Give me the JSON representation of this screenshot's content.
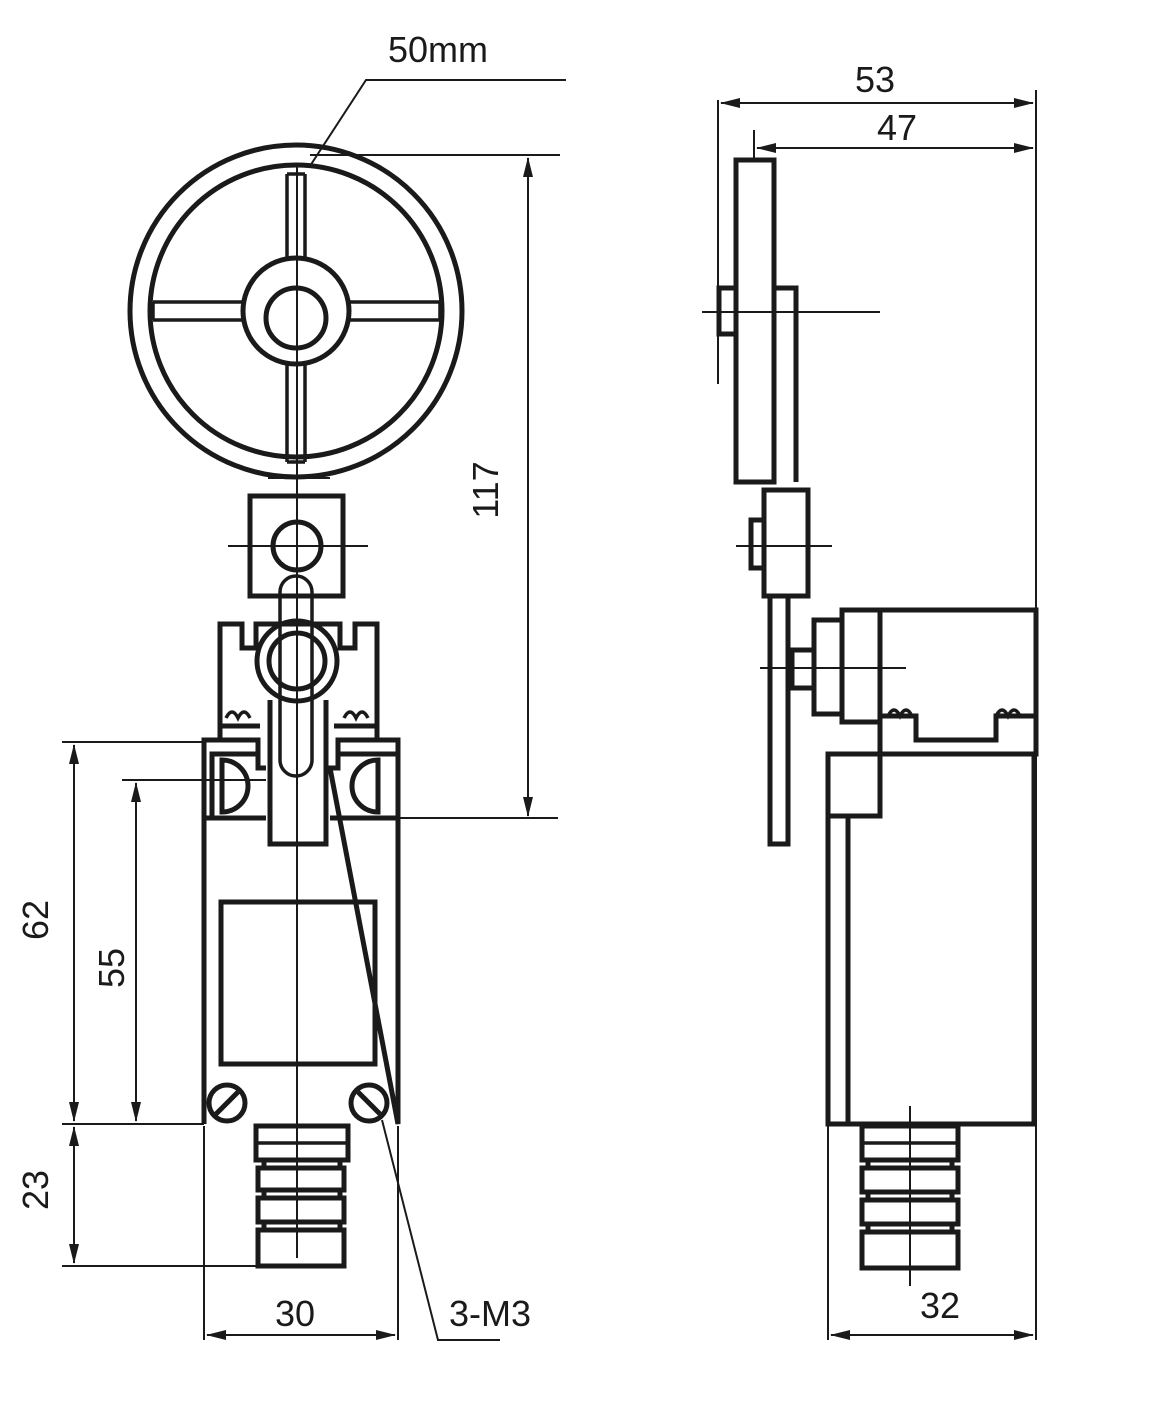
{
  "colors": {
    "line": "#1a1a1a",
    "background": "#ffffff"
  },
  "dimensions": {
    "wheel_diameter": "50mm",
    "height_total": "117",
    "body_height": "62",
    "hole_spacing": "55",
    "gland_length": "23",
    "front_width": "30",
    "screws": "3-M3",
    "depth_total": "53",
    "depth_lever": "47",
    "side_width": "32"
  },
  "icons": {
    "mounting_screw": "slotted-screw-icon",
    "arrowhead": "arrowhead-icon"
  }
}
